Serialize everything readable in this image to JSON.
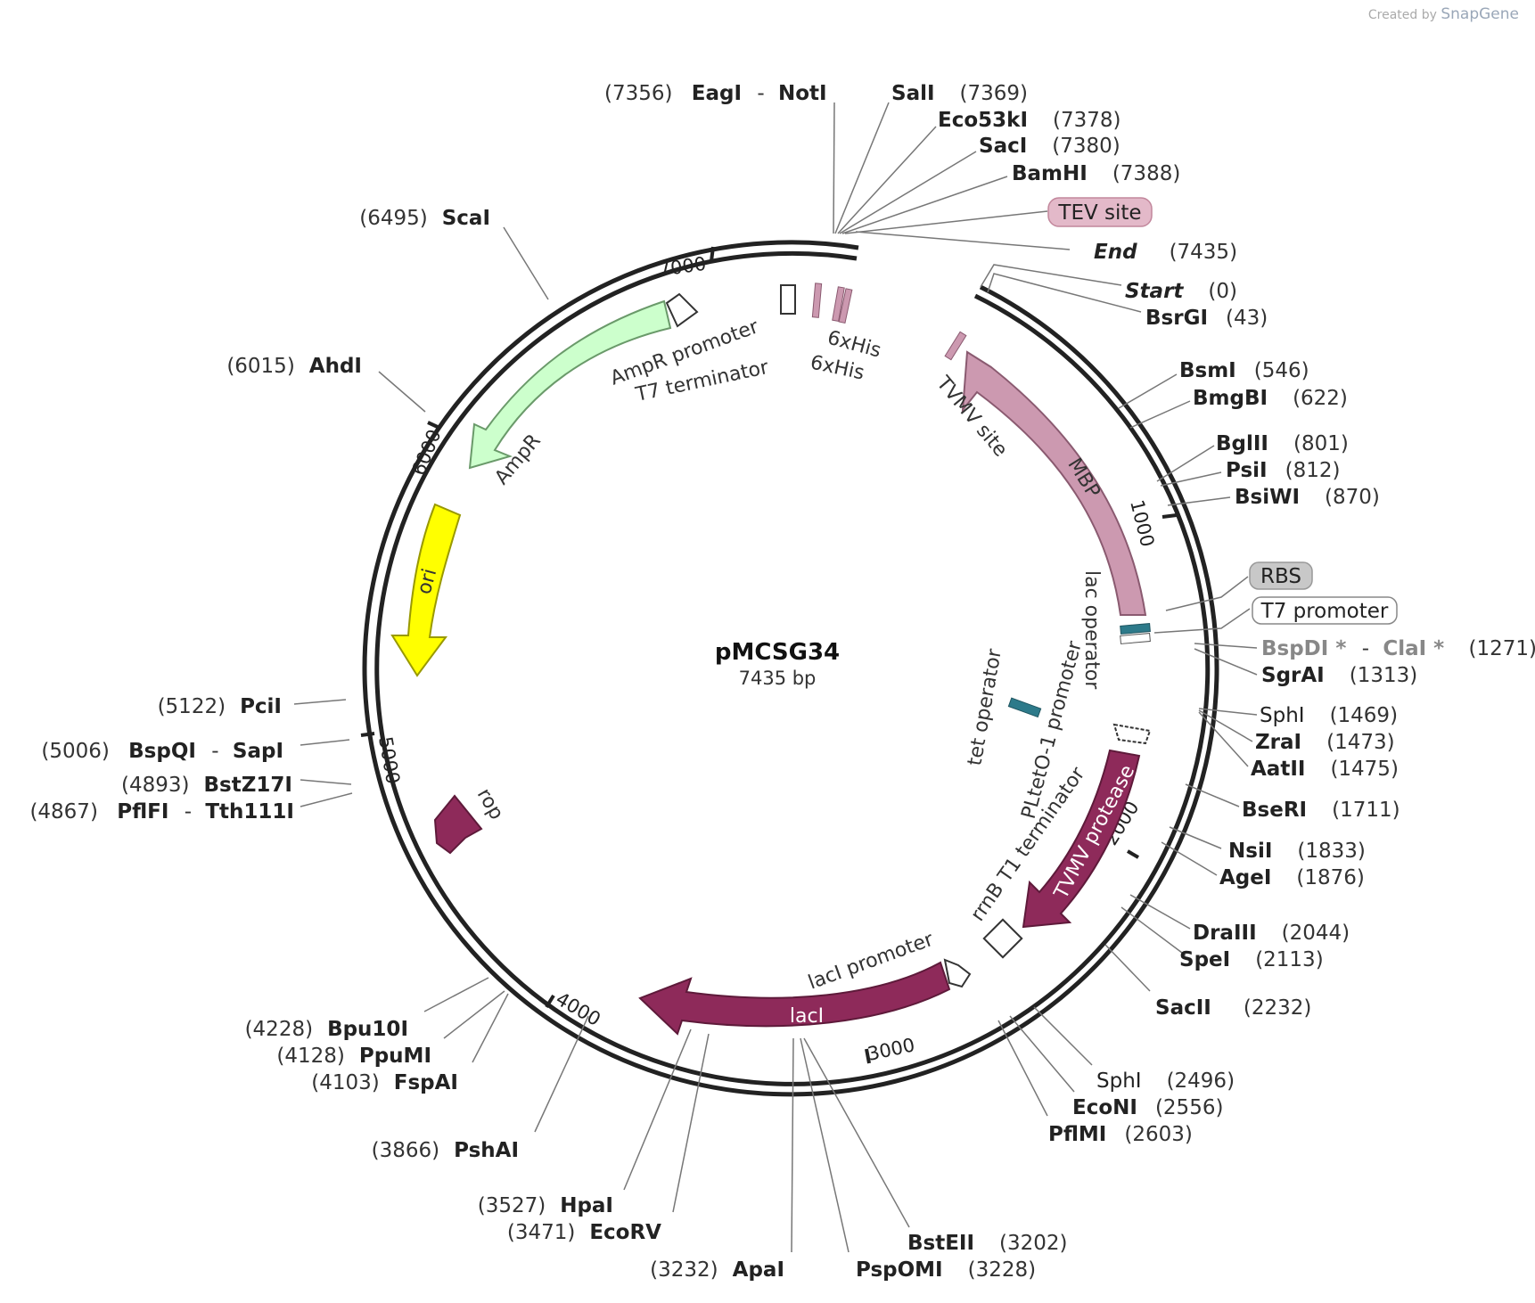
{
  "credit": {
    "prefix": "Created by",
    "brand": "SnapGene"
  },
  "map": {
    "name": "pMCSG34",
    "length_label": "7435 bp",
    "length": 7435
  },
  "ticks": [
    "1000",
    "2000",
    "3000",
    "4000",
    "5000",
    "6000",
    "7000"
  ],
  "sites": [
    {
      "name": "EagI",
      "name2": "NotI",
      "pos": "(7356)",
      "side": "left"
    },
    {
      "name": "SalI",
      "pos": "(7369)",
      "side": "right"
    },
    {
      "name": "Eco53kI",
      "pos": "(7378)",
      "side": "right"
    },
    {
      "name": "SacI",
      "pos": "(7380)",
      "side": "right"
    },
    {
      "name": "BamHI",
      "pos": "(7388)",
      "side": "right"
    },
    {
      "name": "End",
      "pos": "(7435)",
      "side": "right",
      "italic": true
    },
    {
      "name": "Start",
      "pos": "(0)",
      "side": "right",
      "italic": true
    },
    {
      "name": "BsrGI",
      "pos": "(43)",
      "side": "right"
    },
    {
      "name": "BsmI",
      "pos": "(546)",
      "side": "right"
    },
    {
      "name": "BmgBI",
      "pos": "(622)",
      "side": "right"
    },
    {
      "name": "BglII",
      "pos": "(801)",
      "side": "right"
    },
    {
      "name": "PsiI",
      "pos": "(812)",
      "side": "right"
    },
    {
      "name": "BsiWI",
      "pos": "(870)",
      "side": "right"
    },
    {
      "name": "BspDI",
      "name2": "ClaI",
      "pos": "(1271)",
      "side": "right",
      "dim": true
    },
    {
      "name": "SgrAI",
      "pos": "(1313)",
      "side": "right"
    },
    {
      "name": "SphI",
      "pos": "(1469)",
      "side": "right",
      "plain": true
    },
    {
      "name": "ZraI",
      "pos": "(1473)",
      "side": "right"
    },
    {
      "name": "AatII",
      "pos": "(1475)",
      "side": "right"
    },
    {
      "name": "BseRI",
      "pos": "(1711)",
      "side": "right"
    },
    {
      "name": "NsiI",
      "pos": "(1833)",
      "side": "right"
    },
    {
      "name": "AgeI",
      "pos": "(1876)",
      "side": "right"
    },
    {
      "name": "DraIII",
      "pos": "(2044)",
      "side": "right"
    },
    {
      "name": "SpeI",
      "pos": "(2113)",
      "side": "right"
    },
    {
      "name": "SacII",
      "pos": "(2232)",
      "side": "right"
    },
    {
      "name": "SphI",
      "pos": "(2496)",
      "side": "right",
      "plain": true
    },
    {
      "name": "EcoNI",
      "pos": "(2556)",
      "side": "right"
    },
    {
      "name": "PflMI",
      "pos": "(2603)",
      "side": "right"
    },
    {
      "name": "BstEII",
      "pos": "(3202)",
      "side": "right"
    },
    {
      "name": "PspOMI",
      "pos": "(3228)",
      "side": "right"
    },
    {
      "name": "ApaI",
      "pos": "(3232)",
      "side": "left"
    },
    {
      "name": "EcoRV",
      "pos": "(3471)",
      "side": "left"
    },
    {
      "name": "HpaI",
      "pos": "(3527)",
      "side": "left"
    },
    {
      "name": "PshAI",
      "pos": "(3866)",
      "side": "left"
    },
    {
      "name": "FspAI",
      "pos": "(4103)",
      "side": "left"
    },
    {
      "name": "PpuMI",
      "pos": "(4128)",
      "side": "left"
    },
    {
      "name": "Bpu10I",
      "pos": "(4228)",
      "side": "left"
    },
    {
      "name": "PflFI",
      "name2": "Tth111I",
      "pos": "(4867)",
      "side": "left"
    },
    {
      "name": "BstZ17I",
      "pos": "(4893)",
      "side": "left"
    },
    {
      "name": "BspQI",
      "name2": "SapI",
      "pos": "(5006)",
      "side": "left"
    },
    {
      "name": "PciI",
      "pos": "(5122)",
      "side": "left"
    },
    {
      "name": "AhdI",
      "pos": "(6015)",
      "side": "left"
    },
    {
      "name": "ScaI",
      "pos": "(6495)",
      "side": "left"
    }
  ],
  "boxed_labels": [
    {
      "text": "TEV site",
      "fill": "#e3b9c9",
      "stroke": "#c2879c"
    },
    {
      "text": "RBS",
      "fill": "#c8c8c8",
      "stroke": "#999999"
    },
    {
      "text": "T7 promoter",
      "fill": "#ffffff",
      "stroke": "#888888"
    }
  ],
  "features": {
    "mbp": "MBP",
    "tvmv_site": "TVMV site",
    "lac_operator": "lac operator",
    "pltet": "PLtetO-1 promoter",
    "tet_operator": "tet operator",
    "rrnb": "rrnB T1 terminator",
    "tvmv_protease": "TVMV protease",
    "laci_promoter": "lacI promoter",
    "laci": "lacI",
    "rop": "rop",
    "ori": "ori",
    "ampr": "AmpR",
    "ampr_promoter": "AmpR promoter",
    "t7_terminator": "T7 terminator",
    "his1": "6xHis",
    "his2": "6xHis"
  },
  "colors": {
    "mbp": "#cc99b0",
    "laci": "#8e2a5a",
    "tvmv_protease": "#8e2a5a",
    "rop": "#8e2a5a",
    "ori": "#ffff00",
    "ampr": "#ccffcc",
    "operator": "#2d7a8a",
    "backbone": "#222222"
  }
}
